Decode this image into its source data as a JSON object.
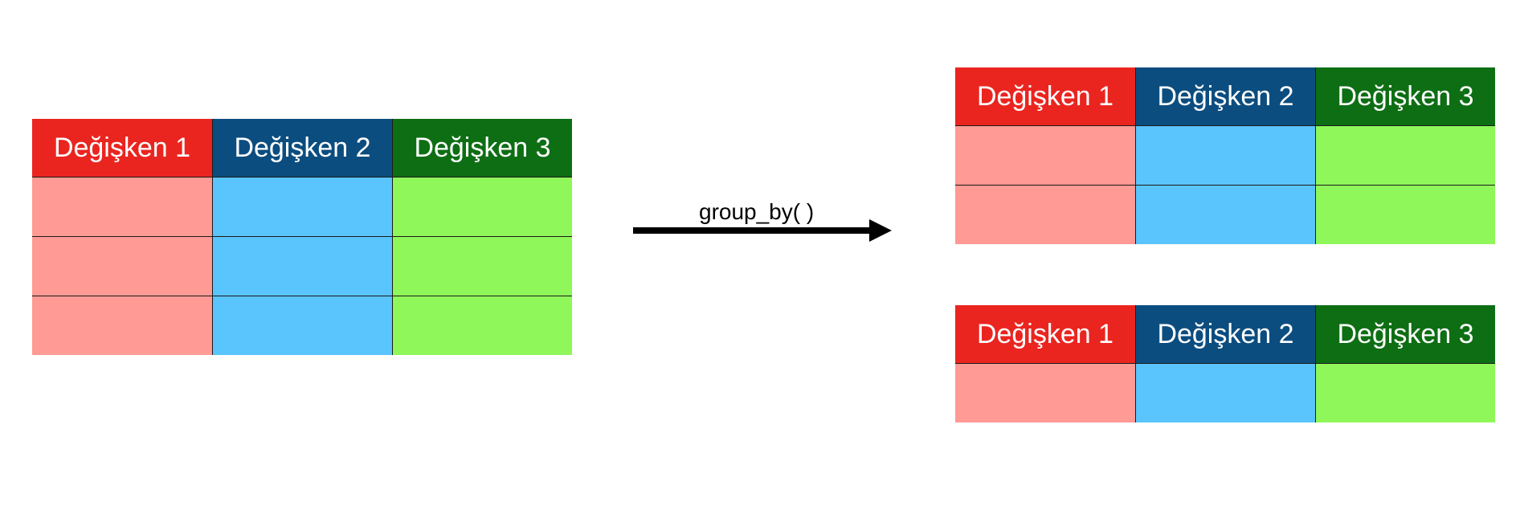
{
  "headers": [
    "Değişken 1",
    "Değişken 2",
    "Değişken 3"
  ],
  "arrow_label": "group_by( )",
  "tables": [
    {
      "rows": 3
    },
    {
      "rows": 2
    },
    {
      "rows": 1
    }
  ],
  "colors": {
    "header": [
      "#ea2520",
      "#0c4d80",
      "#0e6e14"
    ],
    "cell": [
      "#ff9a94",
      "#5ac4fc",
      "#8ff75a"
    ]
  }
}
